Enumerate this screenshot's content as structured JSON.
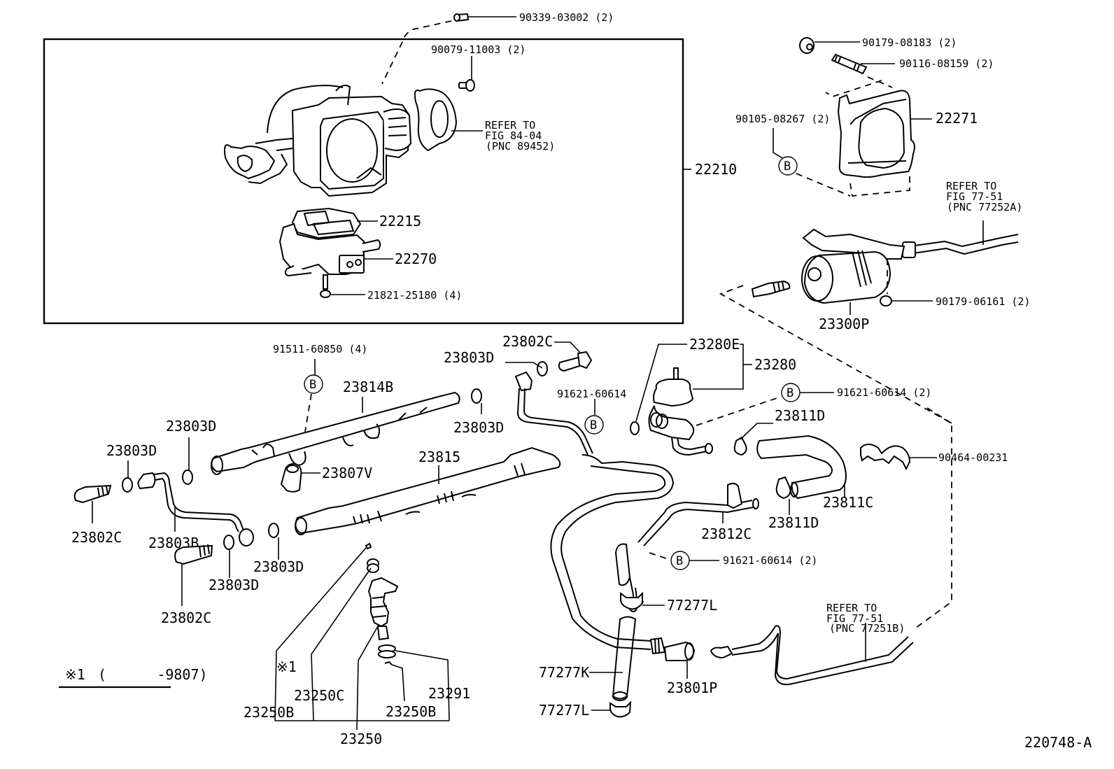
{
  "diagram": {
    "figure_id": "220748-A",
    "note": {
      "symbol": "※1",
      "range_text": "(      -9807)"
    },
    "bolt_marker": "B",
    "refer_notes": {
      "throttle_sensor": {
        "line1": "REFER TO",
        "line2": "FIG 84-04",
        "line3": "(PNC 89452)"
      },
      "fuel_line_a": {
        "line1": "REFER TO",
        "line2": "FIG 77-51",
        "line3": "(PNC 77252A)"
      },
      "fuel_line_b": {
        "line1": "REFER TO",
        "line2": "FIG 77-51",
        "line3": "(PNC 77251B)"
      }
    },
    "labels": {
      "p90339_03002": "90339-03002 (2)",
      "p90079_11003": "90079-11003 (2)",
      "p22210": "22210",
      "p22215": "22215",
      "p22270": "22270",
      "p21821_25180": "21821-25180 (4)",
      "p90179_08183": "90179-08183 (2)",
      "p90116_08159": "90116-08159 (2)",
      "p90105_08267": "90105-08267 (2)",
      "p22271": "22271",
      "p23300P": "23300P",
      "p90179_06161": "90179-06161 (2)",
      "p91511_60850": "91511-60850 (4)",
      "p23814B": "23814B",
      "p23802C_top": "23802C",
      "p23803D_top": "23803D",
      "p23803D_rail": "23803D",
      "p91621_60614_mid": "91621-60614",
      "p23280E": "23280E",
      "p23280": "23280",
      "p91621_60614_reg": "91621-60614 (2)",
      "p23811D_top": "23811D",
      "p90464_00231": "90464-00231",
      "p23803D_left1": "23803D",
      "p23803D_left2": "23803D",
      "p23807V": "23807V",
      "p23815": "23815",
      "p23811C": "23811C",
      "p23811D_bottom": "23811D",
      "p23812C": "23812C",
      "p23802C_left": "23802C",
      "p23803B": "23803B",
      "p23803D_lower": "23803D",
      "p23803D_lower2": "23803D",
      "p23802C_lower": "23802C",
      "p91621_60614_lower": "91621-60614 (2)",
      "p77277L_top": "77277L",
      "p77277K": "77277K",
      "p77277L_bottom": "77277L",
      "p23801P": "23801P",
      "p23250C": "23250C",
      "p23250C_note": "※1",
      "p23250B_left": "23250B",
      "p23250B_right": "23250B",
      "p23291": "23291",
      "p23250": "23250"
    }
  }
}
